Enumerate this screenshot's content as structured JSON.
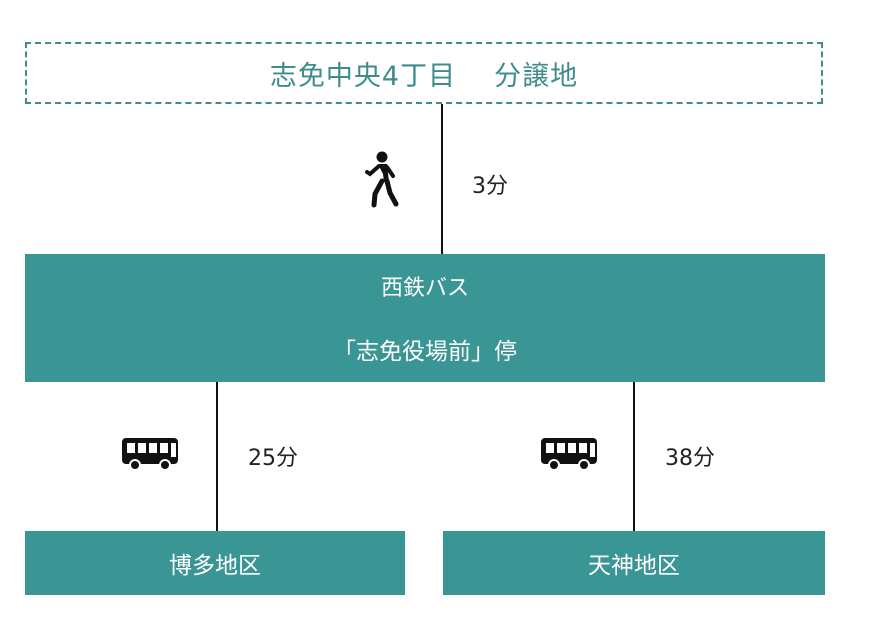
{
  "origin": {
    "name": "志免中央4丁目",
    "suffix": "分譲地"
  },
  "walk": {
    "icon": "walking-person-icon",
    "time": "3分"
  },
  "bus_stop": {
    "line1": "西鉄バス",
    "line2": "「志免役場前」停"
  },
  "routes": [
    {
      "icon": "bus-icon",
      "time": "25分",
      "destination": "博多地区"
    },
    {
      "icon": "bus-icon",
      "time": "38分",
      "destination": "天神地区"
    }
  ],
  "colors": {
    "accent": "#3a9595",
    "line": "#111111"
  }
}
